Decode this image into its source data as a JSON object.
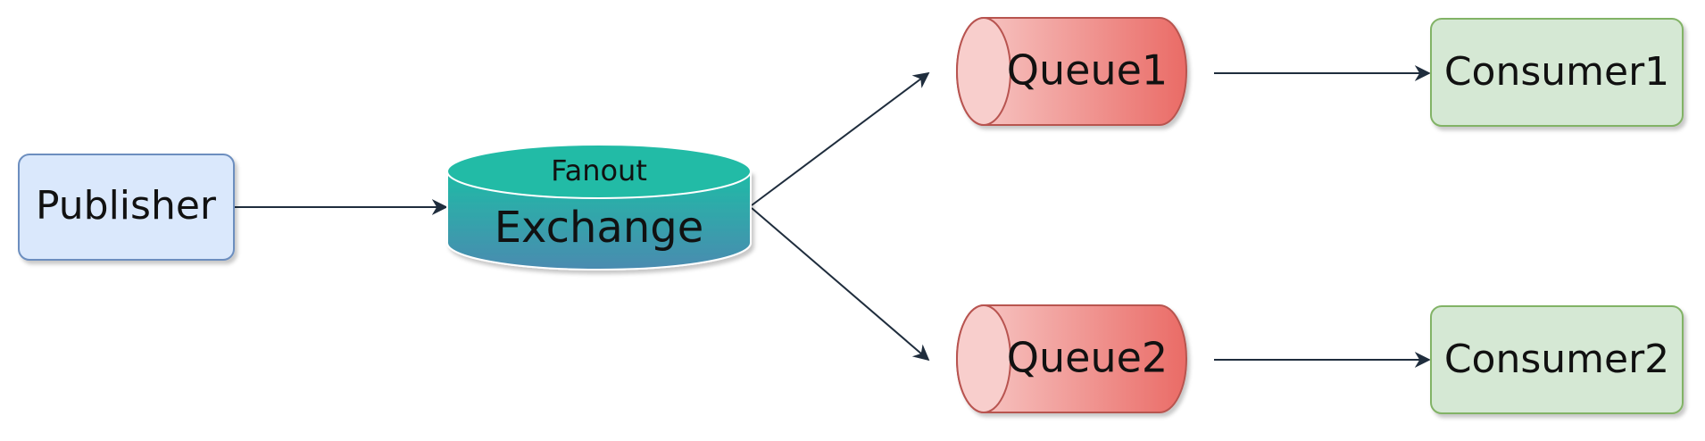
{
  "publisher": {
    "label": "Publisher"
  },
  "exchange": {
    "type_label": "Fanout",
    "label": "Exchange"
  },
  "queues": [
    {
      "label": "Queue1"
    },
    {
      "label": "Queue2"
    }
  ],
  "consumers": [
    {
      "label": "Consumer1"
    },
    {
      "label": "Consumer2"
    }
  ],
  "colors": {
    "publisher_fill": "#dae8fc",
    "publisher_stroke": "#6c8ebf",
    "exchange_top": "#1fbba6",
    "exchange_bottom": "#4a8bb0",
    "queue_light": "#f8cecc",
    "queue_dark": "#ea6b66",
    "queue_stroke": "#b85450",
    "consumer_fill": "#d5e8d4",
    "consumer_stroke": "#82b366",
    "arrow": "#1f2d3d"
  }
}
